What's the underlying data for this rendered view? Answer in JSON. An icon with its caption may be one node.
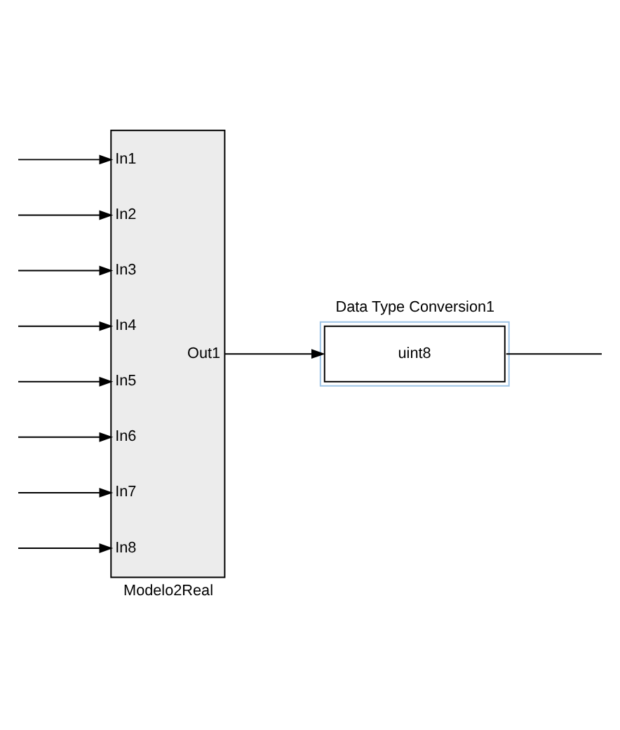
{
  "diagram": {
    "nodes": [
      {
        "text": [
          "In1",
          "In2",
          "In3",
          "In4",
          "In5",
          "In6",
          "In7",
          "In8",
          "Out1",
          "Modelo2Real"
        ]
      },
      {
        "text": [
          "Data Type Conversion1",
          "uint8"
        ]
      }
    ],
    "edges": [
      {
        "from": null,
        "to": 0,
        "arrow": "to"
      },
      {
        "from": null,
        "to": 0,
        "arrow": "to"
      },
      {
        "from": null,
        "to": 0,
        "arrow": "to"
      },
      {
        "from": null,
        "to": 0,
        "arrow": "to"
      },
      {
        "from": null,
        "to": 0,
        "arrow": "to"
      },
      {
        "from": null,
        "to": 0,
        "arrow": "to"
      },
      {
        "from": null,
        "to": 0,
        "arrow": "to"
      },
      {
        "from": null,
        "to": 0,
        "arrow": "to"
      },
      {
        "from": 0,
        "to": 1,
        "arrow": "to"
      },
      {
        "from": 1,
        "to": null,
        "arrow": "none"
      }
    ]
  }
}
